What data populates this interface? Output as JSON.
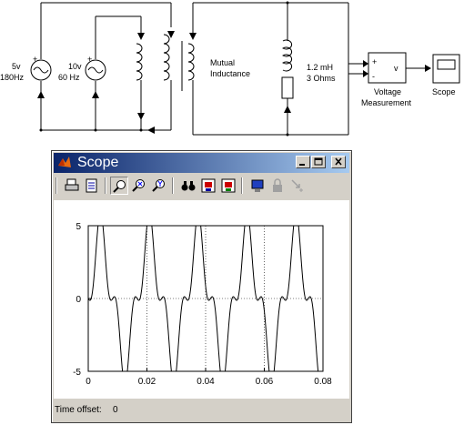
{
  "diagram": {
    "source1": {
      "amplitude": "5v",
      "frequency": "180Hz"
    },
    "source2": {
      "amplitude": "10v",
      "frequency": "60 Hz"
    },
    "mutual_label_1": "Mutual",
    "mutual_label_2": "Inductance",
    "load_inductance": "1.2 mH",
    "load_resistance": "3 Ohms",
    "vm_port_plus": "+",
    "vm_port_minus": "-",
    "vm_output": "v",
    "vm_label_1": "Voltage",
    "vm_label_2": "Measurement",
    "scope_label": "Scope",
    "plus_sign": "+"
  },
  "window": {
    "title": "Scope",
    "minimize_label": "_",
    "maximize_label": "□",
    "close_label": "X"
  },
  "toolbar": {
    "icons": [
      "print-icon",
      "parameters-icon",
      "zoom-icon",
      "zoom-x-icon",
      "zoom-y-icon",
      "autoscale-icon",
      "save-axes-icon",
      "restore-axes-icon",
      "floating-scope-icon",
      "lock-icon",
      "signal-selection-icon"
    ]
  },
  "status": {
    "label": "Time offset:",
    "value": "0"
  },
  "chart_data": {
    "type": "line",
    "x_ticks": [
      "0",
      "0.02",
      "0.04",
      "0.06",
      "0.08"
    ],
    "y_ticks": [
      "-5",
      "0",
      "5"
    ],
    "xlim": [
      0,
      0.08
    ],
    "ylim": [
      -5,
      5
    ],
    "grid": true,
    "series": [
      {
        "line_color": "#000000",
        "components": [
          {
            "amplitude": 4.2,
            "frequency_hz": 60,
            "phase_rad": 0
          },
          {
            "amplitude": 1.7,
            "frequency_hz": 180,
            "phase_rad": 3.14159
          }
        ],
        "x_start": 0,
        "x_end": 0.08
      }
    ]
  }
}
